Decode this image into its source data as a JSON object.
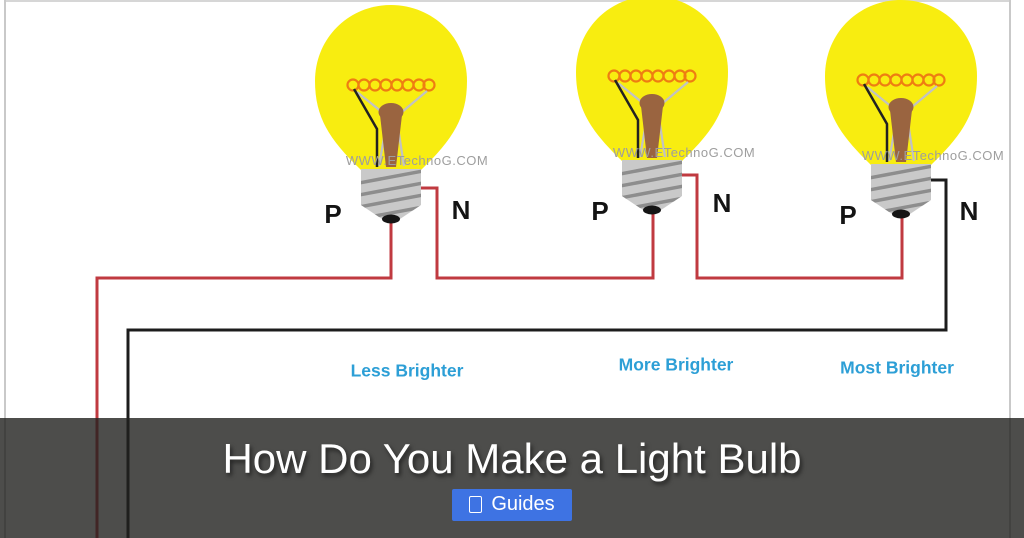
{
  "diagram": {
    "watermark": "WWW.ETechnoG.COM",
    "bulbs": [
      {
        "p_label": "P",
        "n_label": "N",
        "caption": "Less Brighter"
      },
      {
        "p_label": "P",
        "n_label": "N",
        "caption": "More Brighter"
      },
      {
        "p_label": "P",
        "n_label": "N",
        "caption": "Most Brighter"
      }
    ],
    "colors": {
      "bulb_glass": "#f8ed10",
      "filament": "#ee7d12",
      "positive_wire": "#c03a40",
      "negative_wire": "#1c1c1c",
      "caption_text": "#2d9fd6"
    }
  },
  "overlay": {
    "title": "How Do You Make a Light Bulb",
    "button_label": "Guides",
    "button_icon": "missing-glyph",
    "button_color": "#3e73e3"
  }
}
